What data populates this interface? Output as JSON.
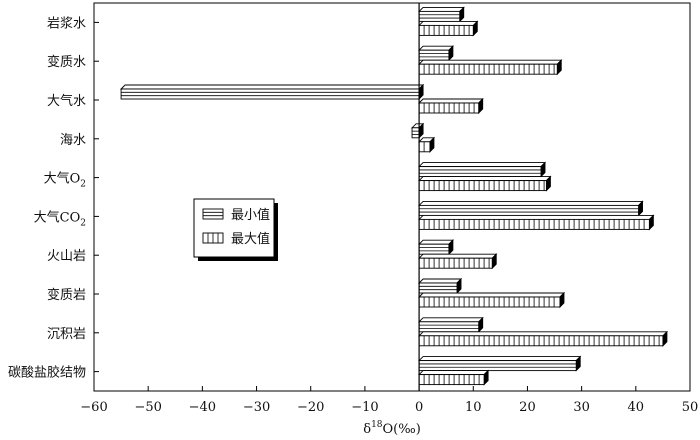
{
  "chart_data": {
    "type": "bar",
    "orientation": "horizontal",
    "bar_style": "3d-hatched",
    "categories": [
      "岩浆水",
      "变质水",
      "大气水",
      "海水",
      "大气O",
      "大气CO",
      "火山岩",
      "变质岩",
      "沉积岩",
      "碳酸盐胶结物"
    ],
    "category_subscripts": [
      "",
      "",
      "",
      "",
      "2",
      "2",
      "",
      "",
      "",
      ""
    ],
    "series": [
      {
        "name": "最小值",
        "values": [
          7.5,
          5.5,
          -55,
          -1.3,
          22.5,
          40.5,
          5.5,
          7.0,
          11.0,
          29.0
        ],
        "pattern": "horizontal-lines"
      },
      {
        "name": "最大值",
        "values": [
          10.0,
          25.5,
          11.0,
          2.0,
          23.5,
          42.5,
          13.5,
          26.0,
          45.0,
          12.0
        ],
        "pattern": "vertical-lines"
      }
    ],
    "xlabel_parts": {
      "delta": "δ",
      "superscript": "18",
      "rest": "O(‰)"
    },
    "xlim": [
      -60,
      50
    ],
    "xticks": [
      -60,
      -50,
      -40,
      -30,
      -20,
      -10,
      0,
      10,
      20,
      30,
      40,
      50
    ],
    "xtick_labels": [
      "−60",
      "−50",
      "−40",
      "−30",
      "−20",
      "−10",
      "0",
      "10",
      "20",
      "30",
      "40",
      "50"
    ],
    "legend_position": "center-left",
    "grid": false,
    "colors": {
      "bar_face": "#ffffff",
      "stroke": "#000000",
      "shadow": "#000000"
    }
  }
}
